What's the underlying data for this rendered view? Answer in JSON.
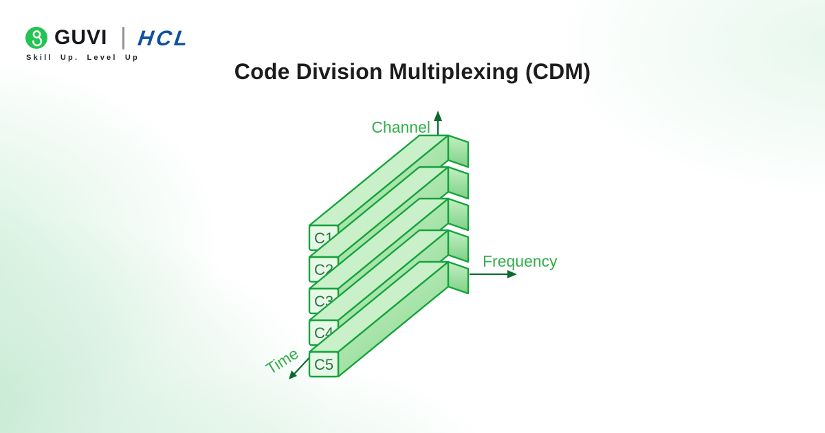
{
  "brand": {
    "guvi": "GUVI",
    "hcl": "HCL",
    "tagline": "Skill Up. Level Up",
    "guvi_icon_color": "#24c452"
  },
  "title": "Code Division Multiplexing (CDM)",
  "diagram": {
    "axis_channel": "Channel",
    "axis_frequency": "Frequency",
    "axis_time": "Time",
    "channels": [
      "C1",
      "C2",
      "C3",
      "C4",
      "C5"
    ],
    "colors": {
      "outline": "#15a33c",
      "bar_front": "#e6f8e6",
      "bar_top": "#c9f0c9",
      "bar_side_light": "#cdf2cd",
      "bar_side_dark": "#8bd98f",
      "bar_cap_light": "#c3efc3",
      "bar_cap_dark": "#7ed186",
      "axis_text": "#34ae4c",
      "arrow": "#0b6b2d",
      "channel_label_text": "#2c7440"
    }
  }
}
